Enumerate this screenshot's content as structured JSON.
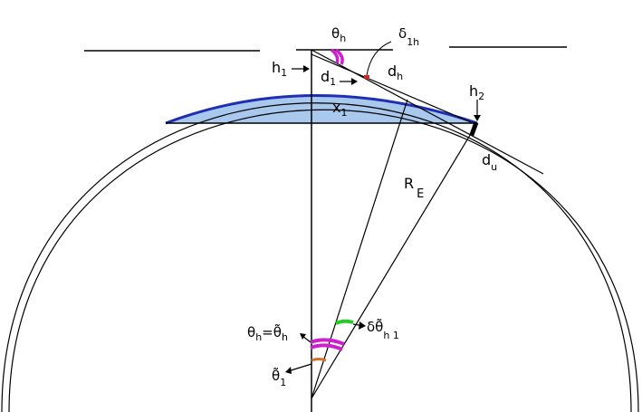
{
  "diagram": {
    "colors": {
      "line": "#000000",
      "cap_fill": "#a9c8ee",
      "cap_edge": "#1f2fb3",
      "angle_theta_h": "#cc22cc",
      "angle_delta_theta": "#22cc22",
      "angle_theta_1": "#d07030",
      "marker_delta_1h": "#dd2222"
    },
    "labels": {
      "theta_h_top": {
        "sym": "θ",
        "sub": "h"
      },
      "delta_1h": {
        "sym": "δ",
        "sub": "1h"
      },
      "h1": {
        "sym": "h",
        "sub": "1"
      },
      "d_h": {
        "sym": "d",
        "sub": "h"
      },
      "d_1": {
        "sym": "d",
        "sub": "1"
      },
      "x_1": {
        "sym": "x",
        "sub": "1"
      },
      "h2": {
        "sym": "h",
        "sub": "2"
      },
      "d_u": {
        "sym": "d",
        "sub": "u"
      },
      "r_e": {
        "sym": "R",
        "sub": "E"
      },
      "theta_h_eq": {
        "sym": "θ",
        "sub": "h",
        "eq": "=",
        "sym2": "θ̃",
        "sub2": "h"
      },
      "delta_theta_h1": {
        "sym": "δθ̃",
        "sub": "h 1"
      },
      "theta_1": {
        "sym": "θ̃",
        "sub": "1"
      }
    }
  }
}
